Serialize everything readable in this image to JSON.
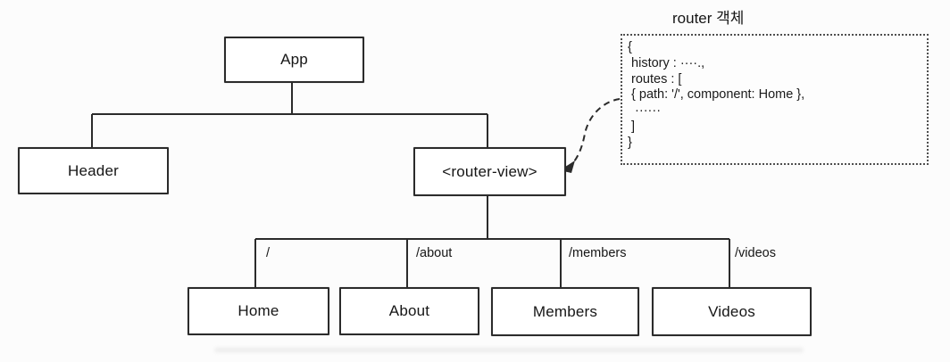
{
  "nodes": {
    "app": "App",
    "header": "Header",
    "router_view": "<router-view>",
    "home": "Home",
    "about": "About",
    "members": "Members",
    "videos": "Videos"
  },
  "edge_labels": {
    "home": "/",
    "about": "/about",
    "members": "/members",
    "videos": "/videos"
  },
  "router_panel": {
    "title": "router 객체",
    "code_lines": [
      "{",
      " history : ····.,",
      " routes : [",
      " { path: '/', component: Home },",
      "  ······",
      " ]",
      "}"
    ]
  },
  "colors": {
    "line": "#2b2b2b",
    "text": "#161616",
    "background": "#fcfcfc",
    "panel_border": "#4f4f4f"
  }
}
